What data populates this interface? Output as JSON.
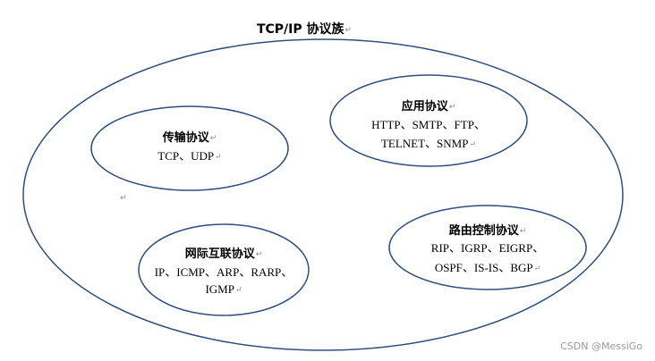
{
  "title": "TCP/IP 协议族",
  "para_mark": "↵",
  "groups": {
    "transport": {
      "heading": "传输协议",
      "lines": [
        "TCP、UDP"
      ]
    },
    "application": {
      "heading": "应用协议",
      "lines": [
        "HTTP、SMTP、FTP、",
        "TELNET、SNMP"
      ]
    },
    "internet": {
      "heading": "网际互联协议",
      "lines": [
        "IP、ICMP、ARP、RARP、",
        "IGMP"
      ]
    },
    "routing": {
      "heading": "路由控制协议",
      "lines": [
        "RIP、IGRP、EIGRP、",
        "OSPF、IS-IS、BGP"
      ]
    }
  },
  "watermark": "CSDN @MessiGo",
  "colors": {
    "stroke": "#2f4f7f",
    "text": "#000000",
    "mark": "#8a8a8a"
  }
}
